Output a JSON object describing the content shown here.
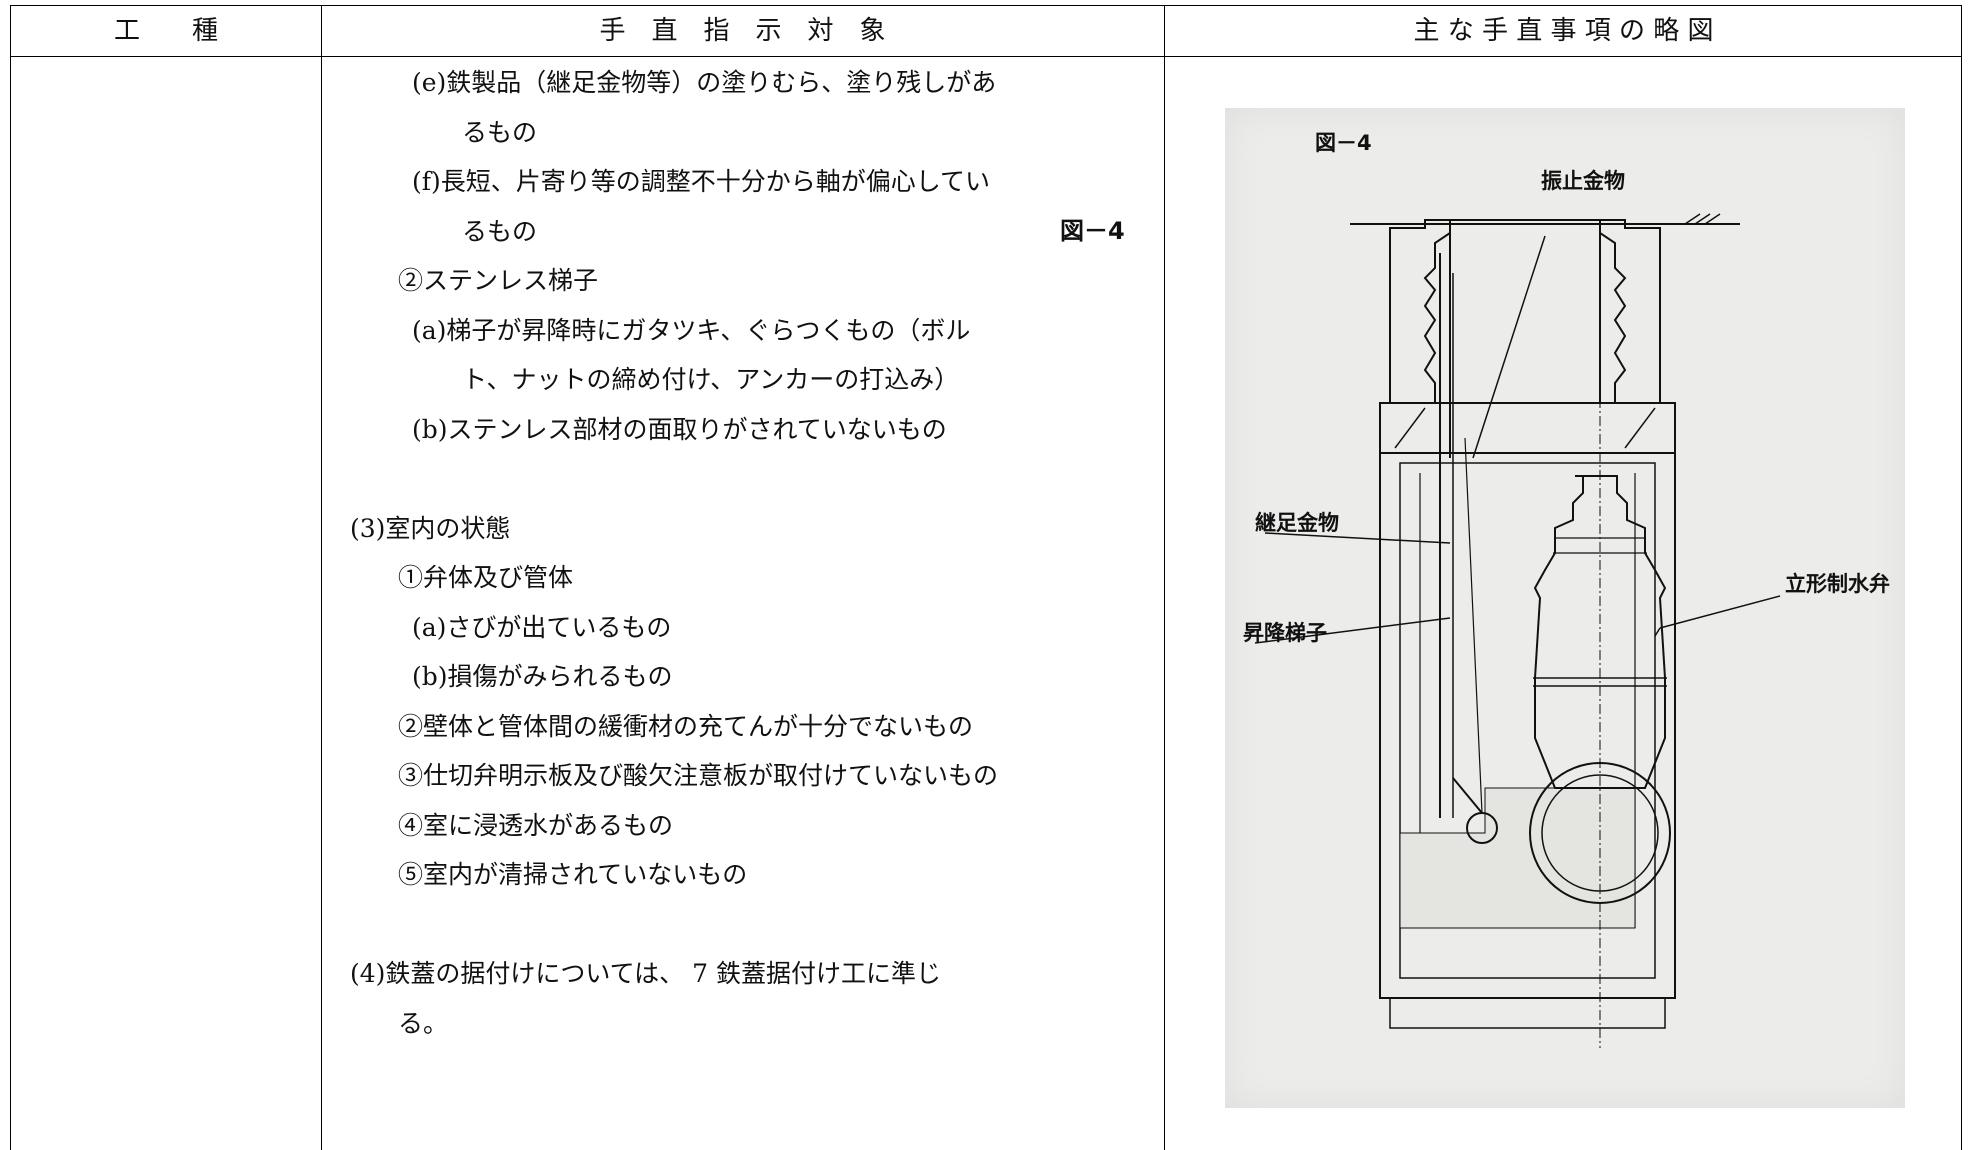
{
  "header": {
    "col1": "工　　種",
    "col2": "手　直　指　示　対　象",
    "col3": "主 な 手 直 事 項 の 略 図"
  },
  "lines": [
    "(e)鉄製品（継足金物等）の塗りむら、塗り残しがあ",
    "るもの",
    "(f)長短、片寄り等の調整不十分から軸が偏心してい",
    "るもの",
    "②ステンレス梯子",
    "(a)梯子が昇降時にガタツキ、ぐらつくもの（ボル",
    "ト、ナットの締め付け、アンカーの打込み）",
    "(b)ステンレス部材の面取りがされていないもの",
    "",
    "(3)室内の状態",
    "①弁体及び管体",
    "(a)さびが出ているもの",
    "(b)損傷がみられるもの",
    "②壁体と管体間の緩衝材の充てんが十分でないもの",
    "③仕切弁明示板及び酸欠注意板が取付けていないもの",
    "④室に浸透水があるもの",
    "⑤室内が清掃されていないもの",
    "",
    "(4)鉄蓋の据付けについては、 7 鉄蓋据付け工に準じ",
    "る。"
  ],
  "fig_ref": "図－4",
  "figure": {
    "title": "図－4",
    "label_top": "振止金物",
    "label_left1": "継足金物",
    "label_left2": "昇降梯子",
    "label_right": "立形制水弁"
  }
}
